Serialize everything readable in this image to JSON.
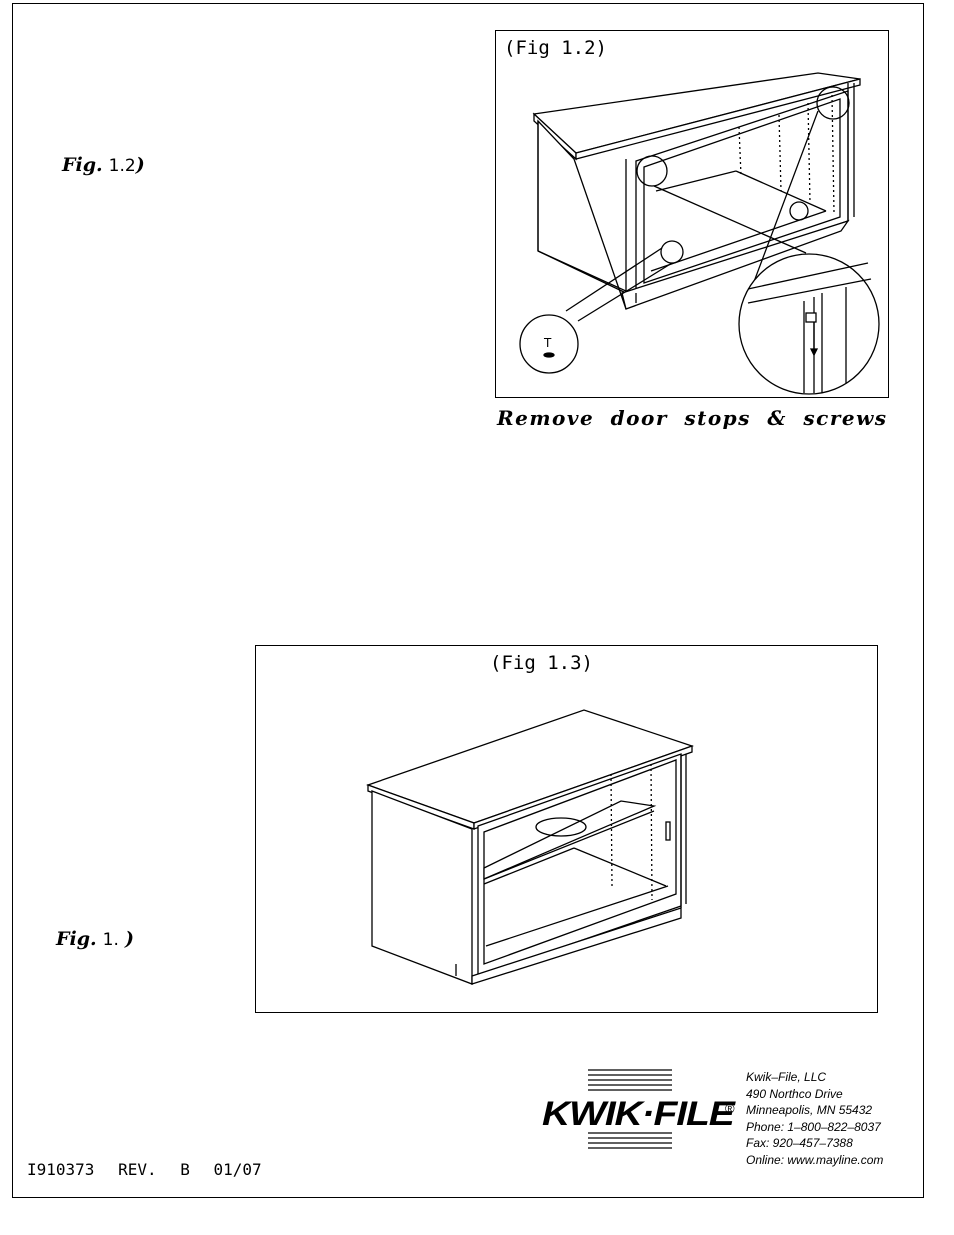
{
  "fig12_label": {
    "prefix": "Fig.",
    "number": "1.2",
    "suffix": ")"
  },
  "fig12_frame_title": "(Fig 1.2)",
  "fig12_caption": "Remove door stops & screws",
  "fig13_frame_title": "(Fig 1.3)",
  "fig13_label": {
    "prefix": "Fig.",
    "number": "1.",
    "suffix": ")"
  },
  "company": {
    "logo": "KWIK·FILE",
    "registered_mark": "®",
    "name": "Kwik–File, LLC",
    "street": "490 Northco Drive",
    "city": "Minneapolis, MN 55432",
    "phone": "Phone: 1–800–822–8037",
    "fax": "Fax: 920–457–7388",
    "online": "Online: www.mayline.com"
  },
  "footer": {
    "doc_number": "I910373",
    "revision": "REV. B",
    "date": "01/07"
  }
}
